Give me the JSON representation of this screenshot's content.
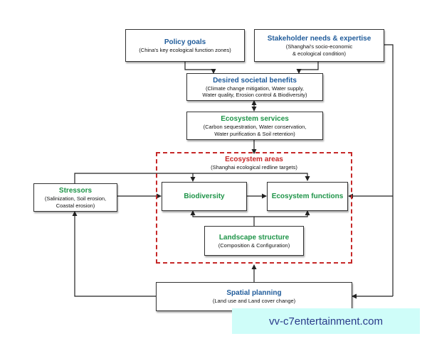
{
  "policy_goals": {
    "title": "Policy goals",
    "subtitle": "(China's key ecological function zones)"
  },
  "stakeholder": {
    "title": "Stakeholder needs & expertise",
    "line1": "(Shanghai's socio-economic",
    "line2": "& ecological condition)"
  },
  "societal_benefits": {
    "title": "Desired societal benefits",
    "line1": "(Climate change mitigation, Water supply,",
    "line2": "Water quality, Erosion control & Biodiversity)"
  },
  "ecosystem_services": {
    "title": "Ecosystem services",
    "line1": "(Carbon sequestration, Water conservation,",
    "line2": "Water purification & Soil retention)"
  },
  "ecosystem_areas": {
    "title": "Ecosystem areas",
    "subtitle": "(Shanghai ecological redline targets)"
  },
  "stressors": {
    "title": "Stressors",
    "line1": "(Salinization, Soil erosion,",
    "line2": "Coastal erosion)"
  },
  "biodiversity": {
    "title": "Biodiversity"
  },
  "ecosystem_functions": {
    "title": "Ecosystem functions"
  },
  "landscape_structure": {
    "title": "Landscape structure",
    "subtitle": "(Composition & Configuration)"
  },
  "spatial_planning": {
    "title": "Spatial planning",
    "subtitle": "(Land use and Land cover change)"
  },
  "watermark": {
    "text": "vv-c7entertainment.com"
  },
  "colors": {
    "blue_title": "#1f5b9a",
    "green_title": "#1e9448",
    "red_title": "#c62828",
    "watermark_bg": "#cffdf9"
  }
}
